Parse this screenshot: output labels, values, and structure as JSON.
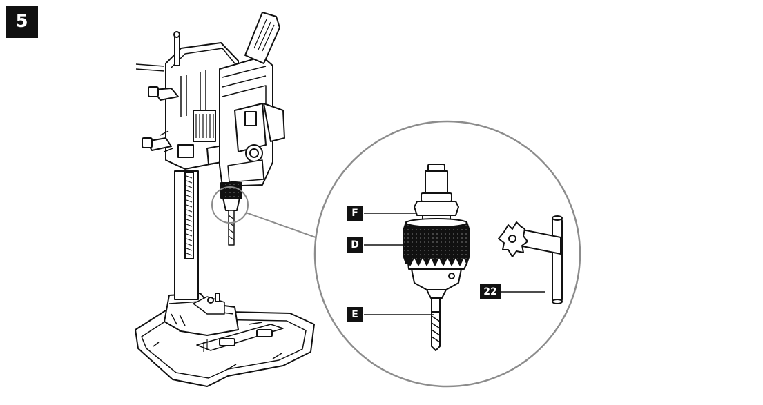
{
  "figure": {
    "number": "5"
  },
  "callouts": {
    "F": "F",
    "D": "D",
    "E": "E",
    "key": "22"
  },
  "colors": {
    "ink": "#111111",
    "frame": "#3a3a3a",
    "zoom_circle": "#8c8c8c",
    "paper": "#ffffff"
  }
}
